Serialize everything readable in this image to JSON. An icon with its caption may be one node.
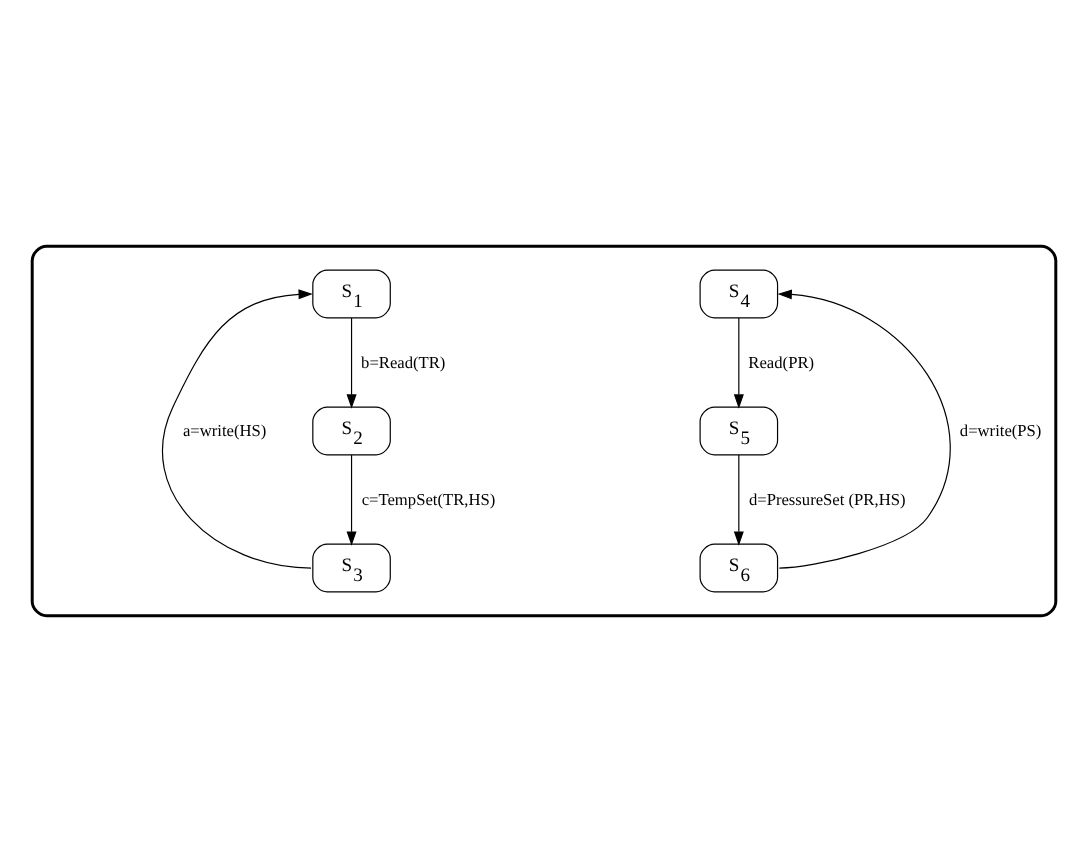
{
  "diagram": {
    "nodes": [
      {
        "text": [],
        "shape": "box"
      },
      {
        "text": [
          "S$_{1}$"
        ],
        "in": 0
      },
      {
        "text": [
          "S$_{2}$"
        ],
        "in": 0
      },
      {
        "text": [
          "S$_{3}$"
        ],
        "in": 0
      },
      {
        "text": [
          "S$_{4}$"
        ],
        "in": 0
      },
      {
        "text": [
          "S$_{5}$"
        ],
        "in": 0
      },
      {
        "text": [
          "S$_{6}$"
        ],
        "in": 0
      }
    ],
    "edges": [
      {
        "from": 3,
        "to": 1,
        "arrow": "to",
        "label": "a=write(HS)"
      },
      {
        "from": 1,
        "to": 2,
        "arrow": "to",
        "label": "b=Read(TR)"
      },
      {
        "from": 2,
        "to": 3,
        "arrow": "to",
        "label": "c=TempSet(TR,HS)"
      },
      {
        "from": 4,
        "to": 5,
        "arrow": "to",
        "label": "Read(PR)"
      },
      {
        "from": 5,
        "to": 6,
        "arrow": "to",
        "label": "d=PressureSet (PR,HS)"
      },
      {
        "from": 6,
        "to": 4,
        "arrow": "to",
        "label": "d=write(PS)"
      }
    ]
  }
}
